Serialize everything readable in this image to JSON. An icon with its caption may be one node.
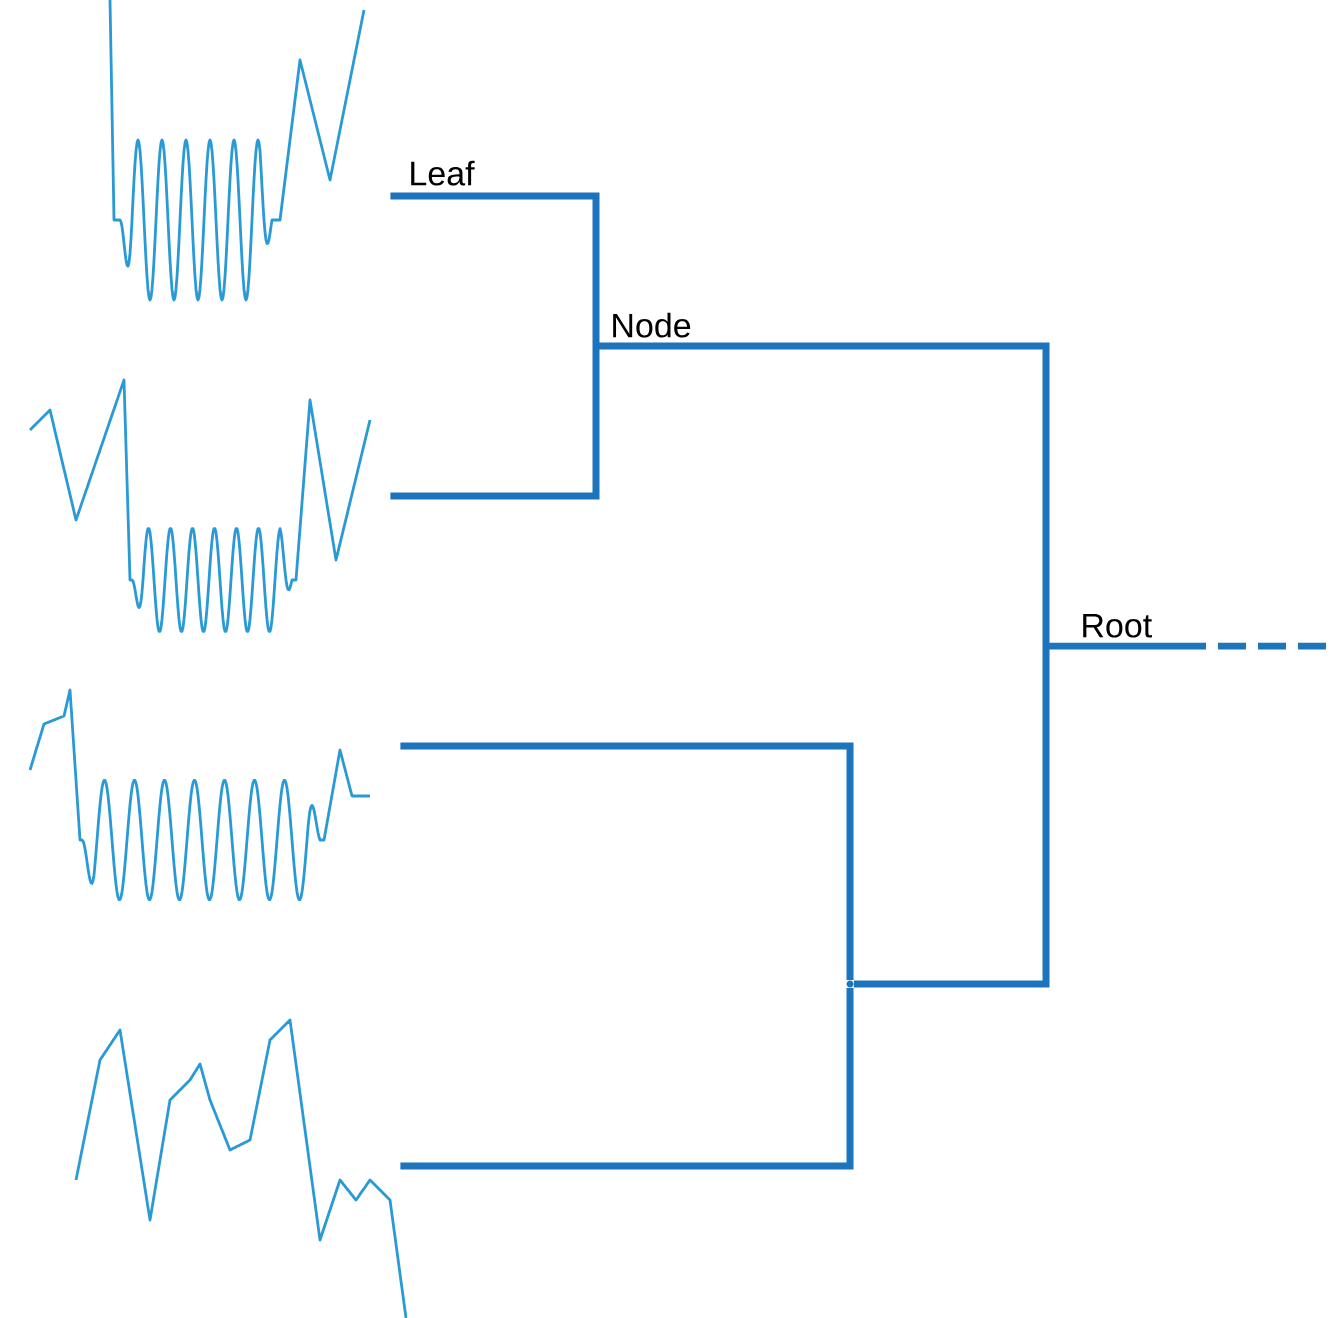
{
  "diagram": {
    "nodes": [
      {
        "text": [],
        "shape": "picture"
      },
      {
        "text": [],
        "shape": "picture"
      },
      {
        "text": [],
        "shape": "picture"
      },
      {
        "text": [],
        "shape": "picture"
      },
      {
        "text": [
          "Node"
        ]
      },
      {
        "text": [],
        "shape": "point"
      },
      {
        "text": [
          "Root"
        ]
      }
    ],
    "edges": [
      {
        "from": 0,
        "to": 4,
        "arrow": "none",
        "label": "Leaf"
      },
      {
        "from": 1,
        "to": 4,
        "arrow": "none"
      },
      {
        "from": 4,
        "to": 6,
        "arrow": "none"
      },
      {
        "from": 2,
        "to": 5,
        "arrow": "none"
      },
      {
        "from": 3,
        "to": 5,
        "arrow": "none"
      },
      {
        "from": 5,
        "to": 6,
        "arrow": "none"
      },
      {
        "from": 6,
        "to": null,
        "arrow": "none",
        "style": "dashed"
      }
    ]
  }
}
